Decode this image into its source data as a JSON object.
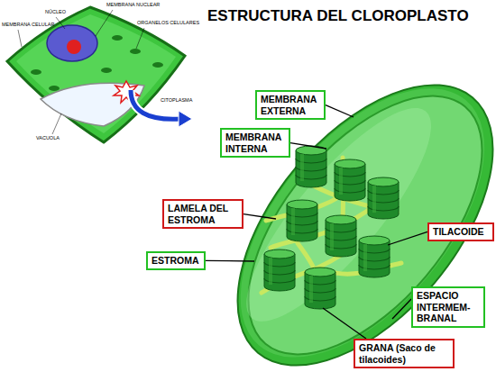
{
  "diagram": {
    "title": "ESTRUCTURA DEL CLOROPLASTO",
    "nodes": [
      {
        "text": [
          "MEMBRANA EXTERNA"
        ]
      },
      {
        "text": [
          "MEMBRANA INTERNA"
        ]
      },
      {
        "text": [
          "LAMELA DEL ESTROMA"
        ]
      },
      {
        "text": [
          "TILACOIDE"
        ]
      },
      {
        "text": [
          "ESTROMA"
        ]
      },
      {
        "text": [
          "ESPACIO INTERMEM- BRANAL"
        ]
      },
      {
        "text": [
          "GRANA (Saco de tilacoides)"
        ]
      }
    ],
    "labels": [
      "NÚCLEO",
      "MEMBRANA NUCLEAR",
      "ORGANELOS CELULARES",
      "MEMBRANA CELULAR",
      "CITOPLASMA",
      "VACUOLA"
    ]
  }
}
